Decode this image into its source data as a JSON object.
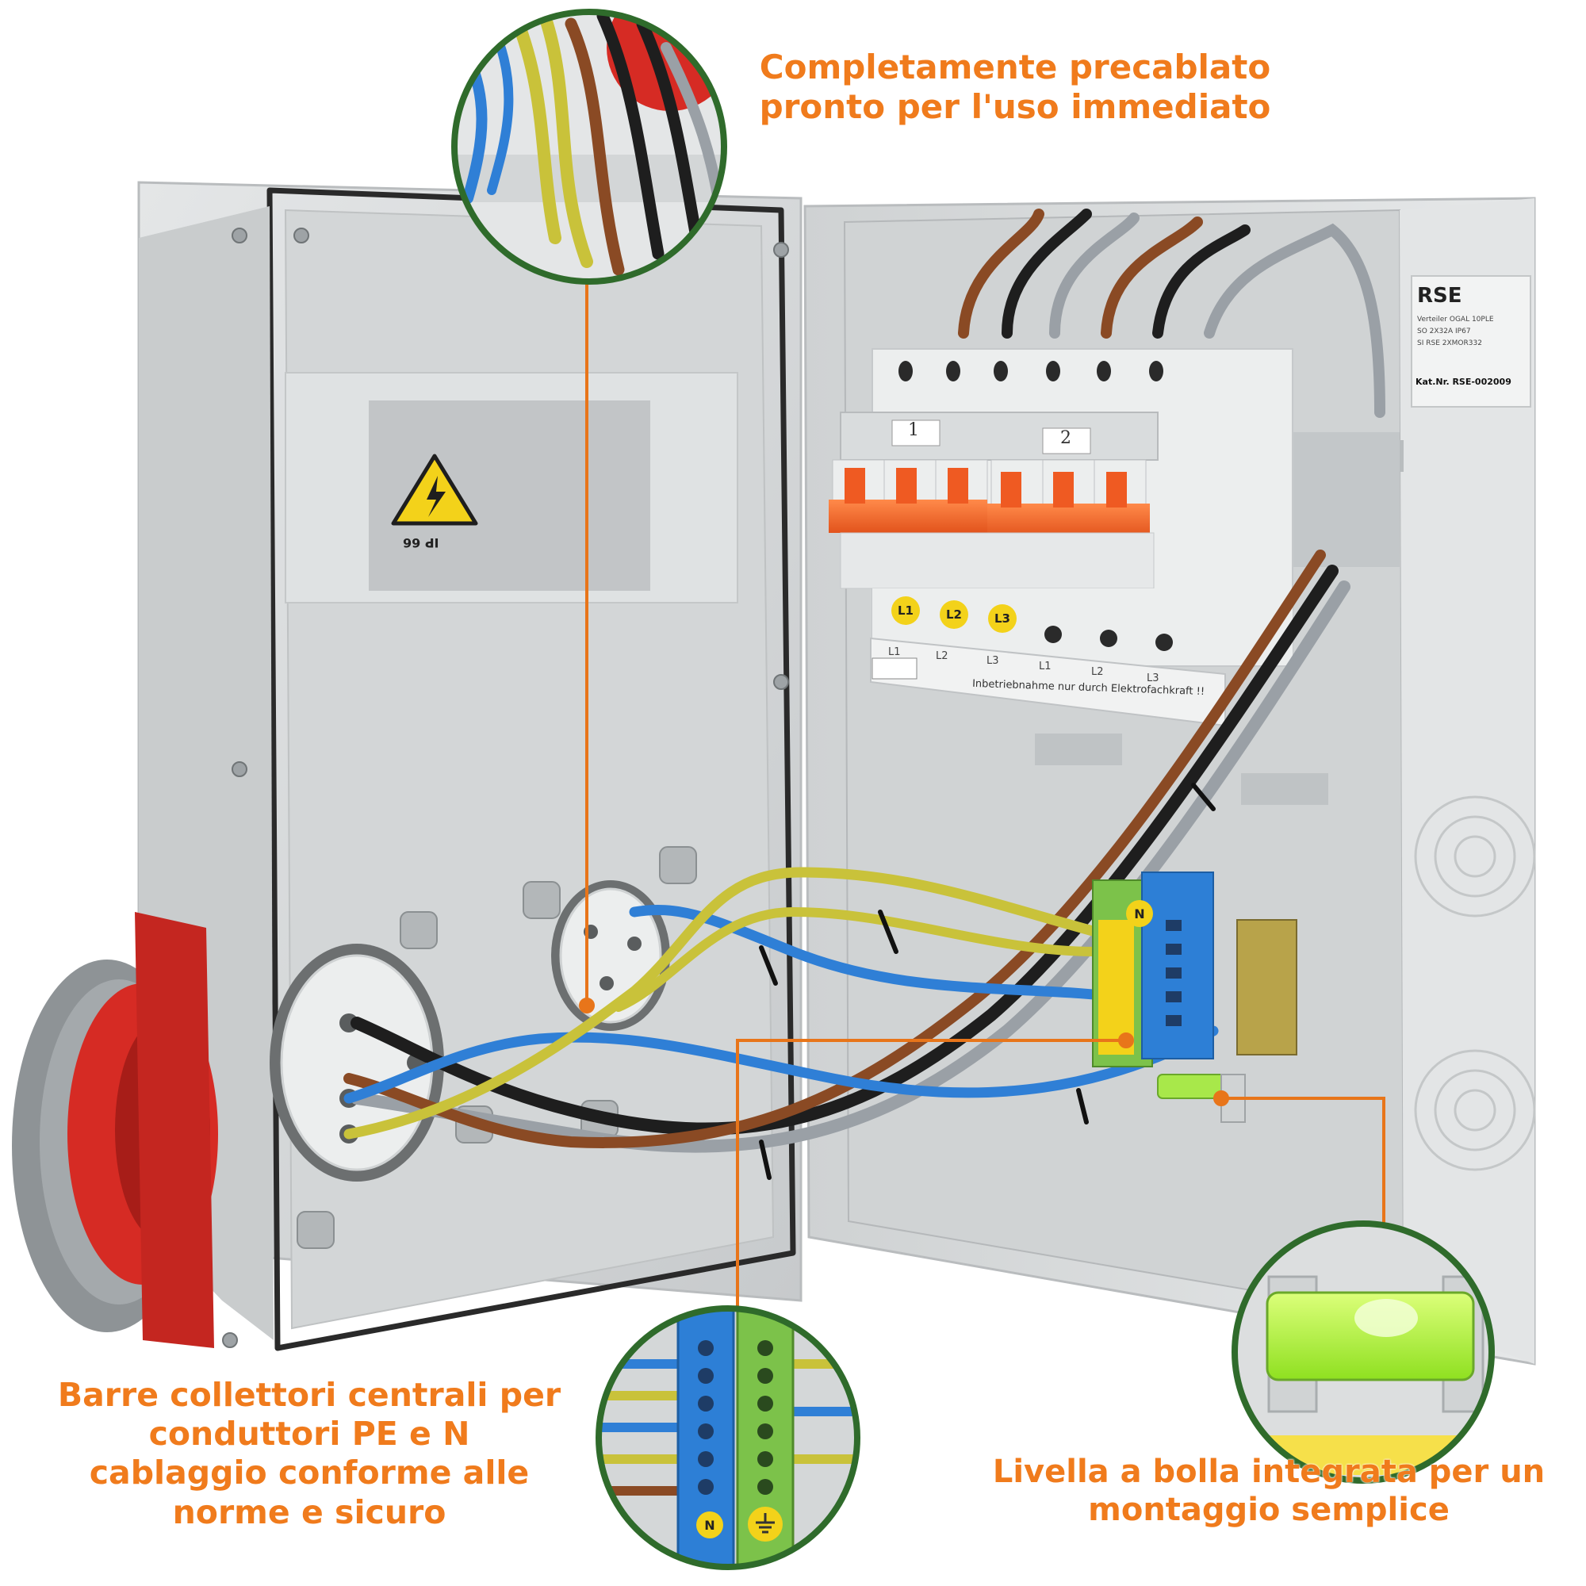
{
  "callouts": {
    "prewired": [
      "Completamente precablato",
      "pronto per l'uso immediato"
    ],
    "busbars": [
      "Barre collettori centrali per",
      "conduttori PE e N",
      "cablaggio conforme alle",
      "norme e sicuro"
    ],
    "spirit_level": [
      "Livella a bolla integrata per un",
      "montaggio semplice"
    ]
  },
  "labels": {
    "brand": "RSE",
    "spec_line1": "Verteiler OGAL 10PLE",
    "spec_line2": "SO  2X32A IP67",
    "spec_line3": "SI  RSE 2XMOR332",
    "kat_nr": "Kat.Nr. RSE-002009",
    "mcb_1": "1",
    "mcb_2": "2",
    "phases": [
      "L1",
      "L2",
      "L3"
    ],
    "rail_phases": [
      "L1",
      "L2",
      "L3",
      "L1",
      "L2",
      "L3"
    ],
    "inbetrieb": "Inbetriebnahme nur durch Elektrofachkraft !!",
    "n_busbar": "N",
    "ip_label": "IP 66"
  },
  "colors": {
    "callout": "#f07b1c",
    "callout_line": "#e8751a",
    "zoom_ring": "#2f6b2b",
    "enclosure": "#d6d8d9",
    "breaker_lever": "#f26a2e",
    "socket_red": "#d62b24",
    "wire_blue": "#2f7fd6",
    "wire_brown": "#8a4a24",
    "wire_black": "#1e1e1e",
    "wire_grey": "#9aa0a6",
    "wire_yellowgreen": "#c9c23a",
    "busbar_blue": "#2d7fd6",
    "busbar_green": "#7cc24a",
    "level_vial": "#b8ff3a"
  },
  "icons": [
    "electric-hazard-icon",
    "earth-ground-icon",
    "spirit-level-icon"
  ]
}
